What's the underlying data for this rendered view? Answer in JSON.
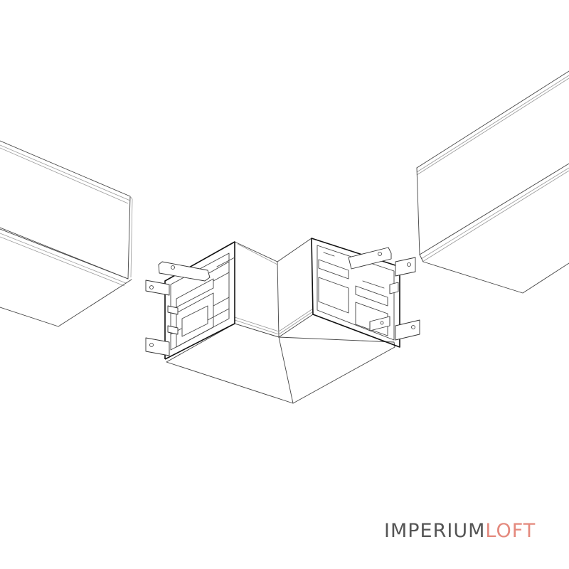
{
  "brand": {
    "logo_dark": "IMPERIUM",
    "logo_accent": "LOFT",
    "color_dark": "#555555",
    "color_accent": "#e4897d"
  },
  "diagram": {
    "parts": [
      "left-profile-section",
      "right-profile-section",
      "corner-connector"
    ]
  }
}
